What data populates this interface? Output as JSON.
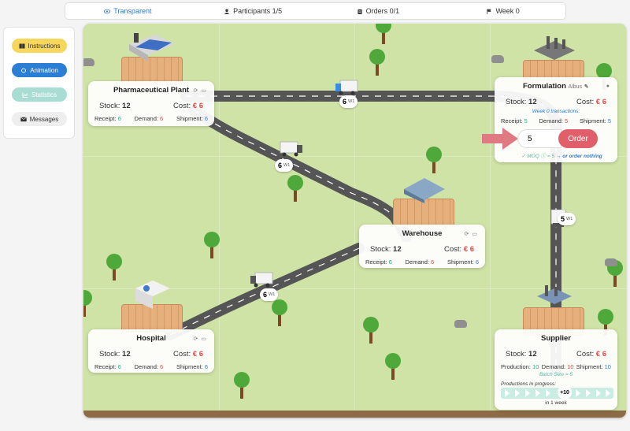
{
  "topbar": {
    "transparent": "Transparent",
    "participants": "Participants 1/5",
    "orders": "Orders 0/1",
    "week": "Week 0"
  },
  "sidebar": {
    "instructions": "Instructions",
    "animation": "Animation",
    "statistics": "Statistics",
    "messages": "Messages"
  },
  "pharma": {
    "title": "Pharmaceutical Plant",
    "stock_label": "Stock:",
    "stock": "12",
    "cost_label": "Cost:",
    "cost": "€ 6",
    "receipt_label": "Receipt:",
    "receipt": "6",
    "demand_label": "Demand:",
    "demand": "6",
    "shipment_label": "Shipment:",
    "shipment": "6"
  },
  "formulation": {
    "title": "Formulation",
    "user": "Albus",
    "stock_label": "Stock:",
    "stock": "12",
    "cost_label": "Cost:",
    "cost": "€ 6",
    "week_note": "Week 0 transactions:",
    "receipt_label": "Receipt:",
    "receipt": "5",
    "demand_label": "Demand:",
    "demand": "5",
    "shipment_label": "Shipment:",
    "shipment": "5",
    "order_value": "5",
    "order_button": "Order",
    "moq_note": "✓ MOQ ⓘ = 5",
    "moq_link": "→ or order nothing"
  },
  "warehouse": {
    "title": "Warehouse",
    "stock_label": "Stock:",
    "stock": "12",
    "cost_label": "Cost:",
    "cost": "€ 6",
    "receipt_label": "Receipt:",
    "receipt": "6",
    "demand_label": "Demand:",
    "demand": "6",
    "shipment_label": "Shipment:",
    "shipment": "6"
  },
  "hospital": {
    "title": "Hospital",
    "stock_label": "Stock:",
    "stock": "12",
    "cost_label": "Cost:",
    "cost": "€ 6",
    "receipt_label": "Receipt:",
    "receipt": "6",
    "demand_label": "Demand:",
    "demand": "6",
    "shipment_label": "Shipment:",
    "shipment": "6"
  },
  "supplier": {
    "title": "Supplier",
    "stock_label": "Stock:",
    "stock": "12",
    "cost_label": "Cost:",
    "cost": "€ 6",
    "production_label": "Production:",
    "production": "10",
    "demand_label": "Demand:",
    "demand": "10",
    "shipment_label": "Shipment:",
    "shipment": "10",
    "batch_note": "Batch Size = 5",
    "progress_title": "Productions in progress:",
    "progress_value": "+10",
    "progress_eta": "in 1 week"
  },
  "trucks": {
    "t1": {
      "value": "6",
      "unit": "W1"
    },
    "t2": {
      "value": "6",
      "unit": "W1"
    },
    "t3": {
      "value": "6",
      "unit": "W1"
    },
    "t4": {
      "value": "5",
      "unit": "W1"
    }
  },
  "colors": {
    "board": "#cfe3a6",
    "accent_blue": "#2a7bd6",
    "order_button": "#e05f6a",
    "instructions_button": "#f6d75c",
    "animation_button": "#2a7fd4",
    "statistics_button": "#a9ddd4"
  }
}
